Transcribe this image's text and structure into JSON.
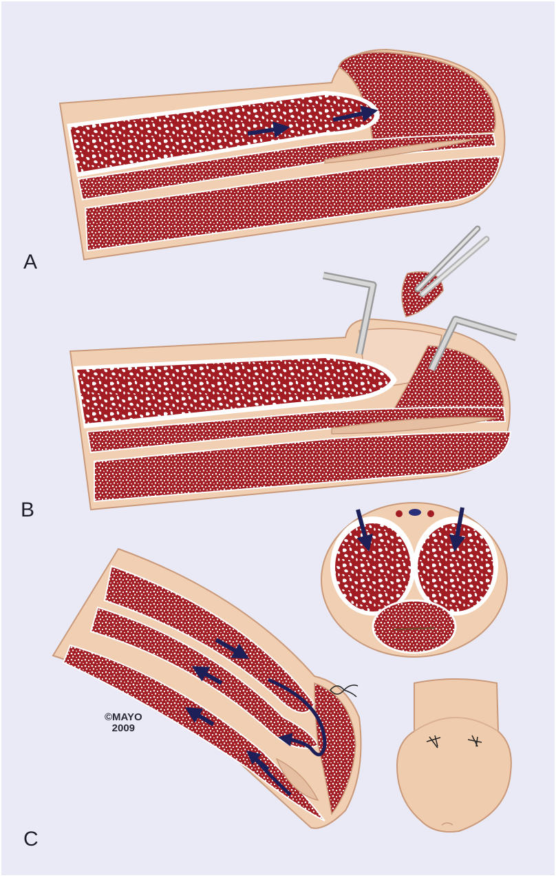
{
  "panels": {
    "a": "A",
    "b": "B",
    "c": "C"
  },
  "copyright": {
    "line1": "©MAYO",
    "line2": "2009"
  },
  "colors": {
    "background": "#e9eaf5",
    "skin": "#f1cfb2",
    "skin_outline": "#c9997a",
    "tissue": "#a21d23",
    "tissue_light": "#ffffff",
    "arrow": "#1d2058",
    "instrument": "#c8c8c8"
  },
  "icons": {
    "arrows": "flow-arrow-icon",
    "retractor": "retractor-icon",
    "forceps": "forceps-icon",
    "suture": "suture-icon"
  }
}
